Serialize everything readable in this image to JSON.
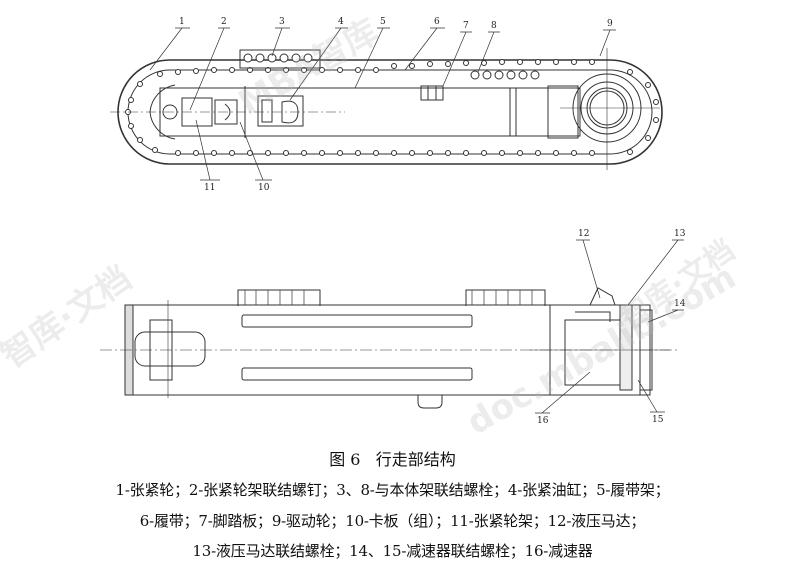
{
  "figure": {
    "number": "图 6",
    "title": "行走部结构",
    "top_view_callouts": [
      "1",
      "2",
      "3",
      "4",
      "5",
      "6",
      "7",
      "8",
      "9",
      "10",
      "11"
    ],
    "bottom_view_callouts": [
      "12",
      "13",
      "14",
      "15",
      "16"
    ]
  },
  "legend": {
    "line1": "1-张紧轮；2-张紧轮架联结螺钉；3、8-与本体架联结螺栓；4-张紧油缸；5-履带架；",
    "line2": "6-履带；7-脚踏板；9-驱动轮；10-卡板（组）；11-张紧轮架；12-液压马达；",
    "line3": "13-液压马达联结螺栓；14、15-减速器联结螺栓；16-减速器"
  },
  "watermark": {
    "text1": "智库·文档",
    "text2": "doc.mbalib.com",
    "text3": "MBA智库"
  }
}
